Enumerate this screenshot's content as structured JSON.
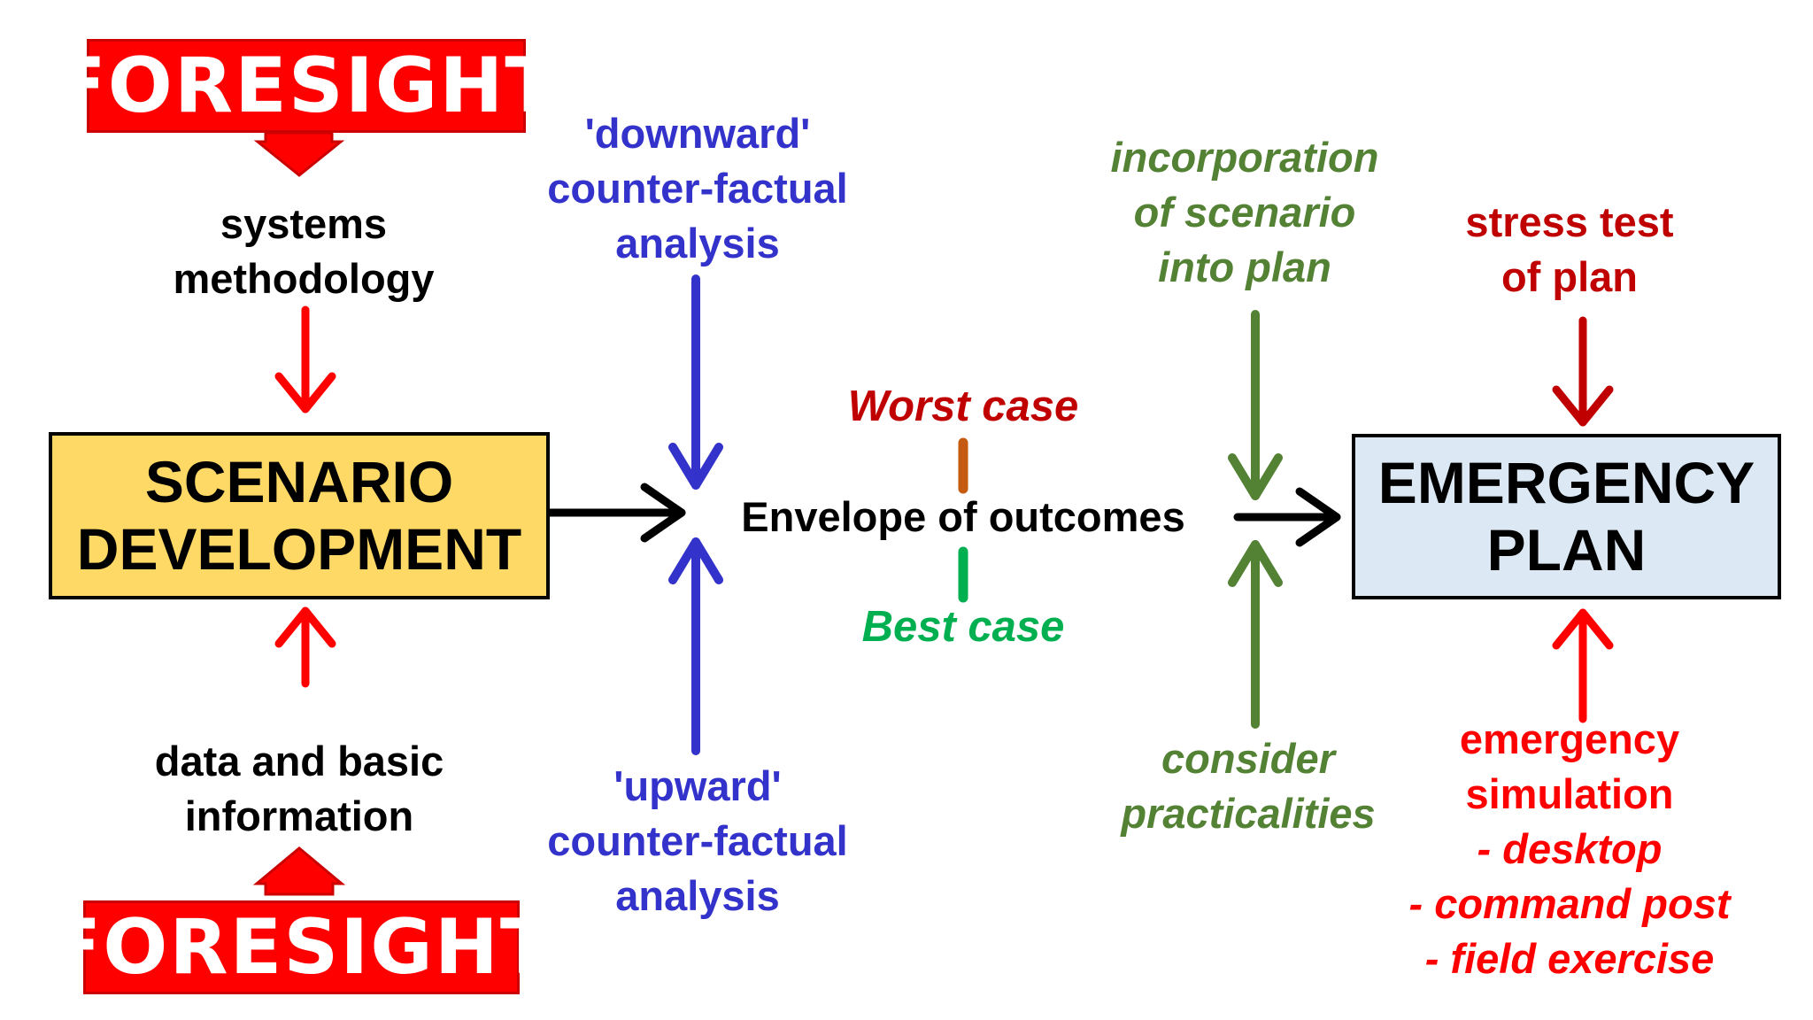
{
  "foresight_top": "FORESIGHT",
  "foresight_bottom": "FORESIGHT",
  "systems_methodology": [
    "systems",
    "methodology"
  ],
  "data_info": [
    "data and basic",
    "information"
  ],
  "scenario_box": [
    "SCENARIO",
    "DEVELOPMENT"
  ],
  "downward": [
    "'downward'",
    "counter-factual",
    "analysis"
  ],
  "upward": [
    "'upward'",
    "counter-factual",
    "analysis"
  ],
  "worst_case": "Worst case",
  "best_case": "Best case",
  "envelope": "Envelope of outcomes",
  "incorporation": [
    "incorporation",
    "of scenario",
    "into plan"
  ],
  "consider": [
    "consider",
    "practicalities"
  ],
  "plan_box": [
    "EMERGENCY",
    "PLAN"
  ],
  "stress_test": [
    "stress test",
    "of plan"
  ],
  "emergency_sim": [
    "emergency",
    "simulation",
    "- desktop",
    "- command post",
    "- field exercise"
  ],
  "colors": {
    "red": "#ff0000",
    "dark_red": "#c00000",
    "blue": "#3333cc",
    "green": "#548235",
    "bright_green": "#00b050",
    "orange": "#c55a11",
    "scenario_fill": "#ffd966",
    "plan_fill": "#dce9f5"
  }
}
